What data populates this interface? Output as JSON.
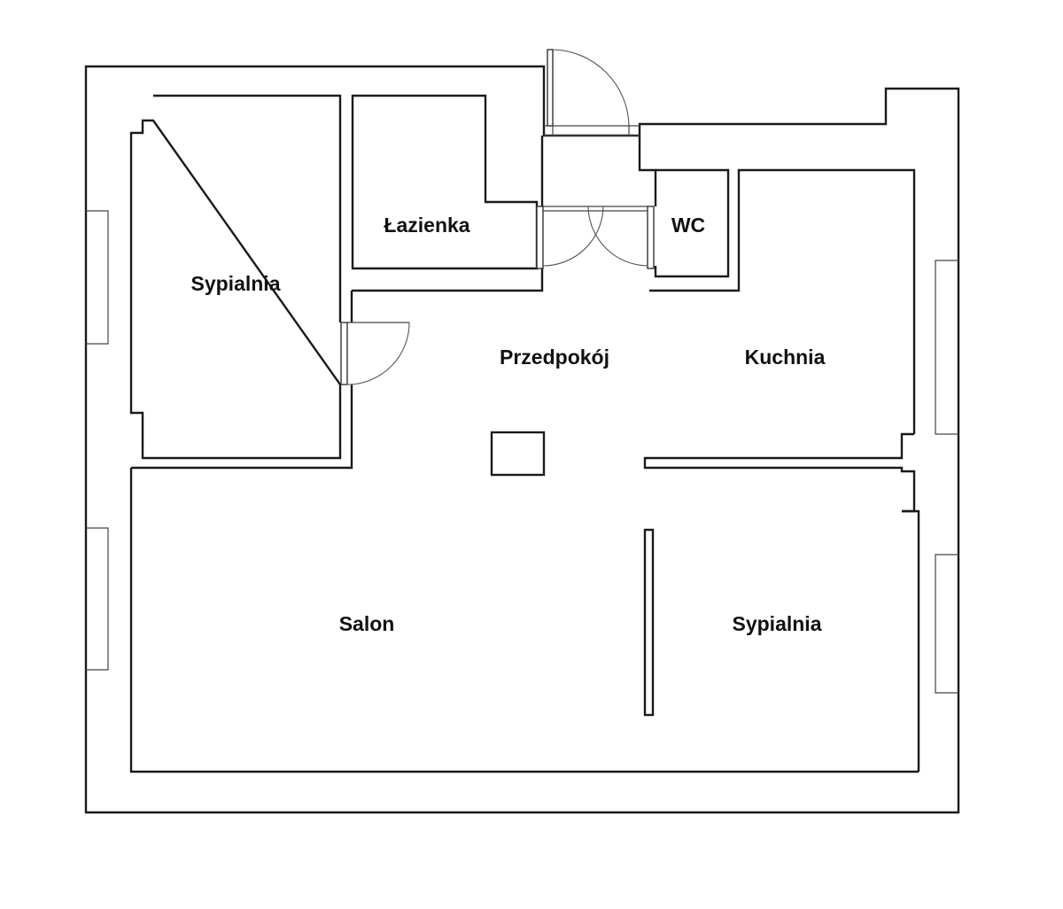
{
  "floor_plan": {
    "rooms": {
      "bedroom_left": "Sypialnia",
      "bathroom": "Łazienka",
      "wc": "WC",
      "hall": "Przedpokój",
      "kitchen": "Kuchnia",
      "living_room": "Salon",
      "bedroom_right": "Sypialnia"
    }
  }
}
